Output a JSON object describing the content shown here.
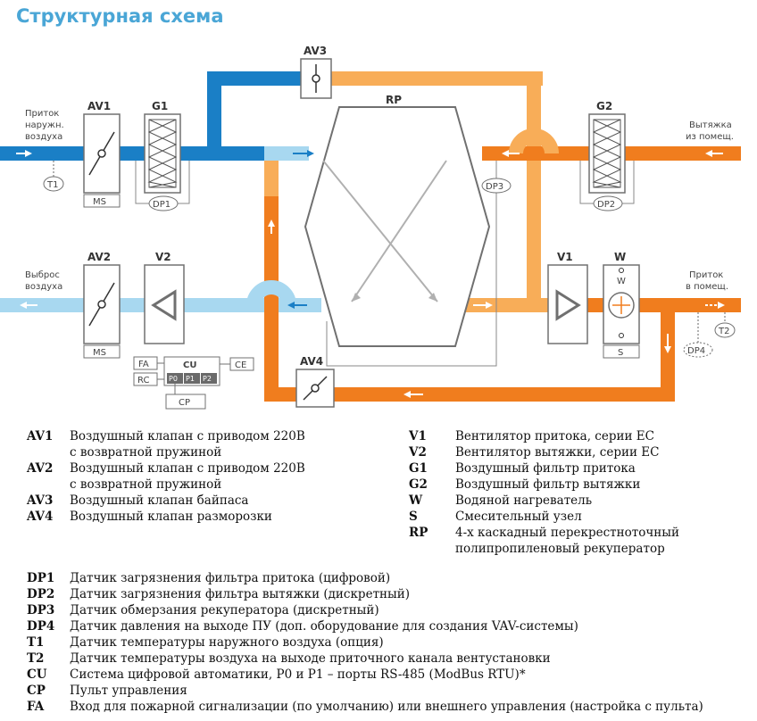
{
  "title": "Структурная схема",
  "diagram": {
    "labels": {
      "av1": "AV1",
      "g1": "G1",
      "av3": "AV3",
      "rp": "RP",
      "g2": "G2",
      "av2": "AV2",
      "v2": "V2",
      "v1": "V1",
      "w": "W",
      "av4": "AV4",
      "ms": "MS",
      "s": "S",
      "w_small": "W",
      "dp1": "DP1",
      "dp2": "DP2",
      "dp3": "DP3",
      "dp4": "DP4",
      "t1": "T1",
      "t2": "T2",
      "fa": "FA",
      "rc": "RC",
      "cu": "CU",
      "ce": "CE",
      "cp": "CP",
      "p0": "P0",
      "p1": "P1",
      "p2": "P2"
    },
    "flows": {
      "inlet_outdoor_1": "Приток",
      "inlet_outdoor_2": "наружн.",
      "inlet_outdoor_3": "воздуха",
      "exhaust_room_1": "Вытяжка",
      "exhaust_room_2": "из помещ.",
      "discharge_1": "Выброс",
      "discharge_2": "воздуха",
      "supply_room_1": "Приток",
      "supply_room_2": "в помещ."
    },
    "colors": {
      "supply_dark": "#1a7fc6",
      "supply_light": "#a8d8f0",
      "exhaust_orange": "#f07d1e",
      "exhaust_light": "#f8ad58",
      "box_gray": "#707070"
    }
  },
  "legend_left": [
    {
      "code": "AV1",
      "desc": "Воздушный клапан с приводом 220В",
      "desc2": "с возвратной пружиной"
    },
    {
      "code": "AV2",
      "desc": "Воздушный клапан с приводом 220В",
      "desc2": "с возвратной пружиной"
    },
    {
      "code": "AV3",
      "desc": "Воздушный клапан байпаса"
    },
    {
      "code": "AV4",
      "desc": "Воздушный клапан разморозки"
    }
  ],
  "legend_right": [
    {
      "code": "V1",
      "desc": "Вентилятор притока, серии EC"
    },
    {
      "code": "V2",
      "desc": "Вентилятор вытяжки, серии EC"
    },
    {
      "code": "G1",
      "desc": "Воздушный фильтр притока"
    },
    {
      "code": "G2",
      "desc": "Воздушный фильтр вытяжки"
    },
    {
      "code": "W",
      "desc": "Водяной нагреватель"
    },
    {
      "code": "S",
      "desc": "Смесительный узел"
    },
    {
      "code": "RP",
      "desc": "4-х каскадный перекрестноточный",
      "desc2": "полипропиленовый рекуператор"
    }
  ],
  "legend_bottom": [
    {
      "code": "DP1",
      "desc": "Датчик загрязнения фильтра притока (цифровой)"
    },
    {
      "code": "DP2",
      "desc": "Датчик загрязнения фильтра вытяжки (дискретный)"
    },
    {
      "code": "DP3",
      "desc": "Датчик обмерзания рекуператора (дискретный)"
    },
    {
      "code": "DP4",
      "desc": "Датчик давления на выходе ПУ (доп. оборудование для создания VAV-системы)"
    },
    {
      "code": "T1",
      "desc": "Датчик температуры наружного воздуха (опция)"
    },
    {
      "code": "T2",
      "desc": "Датчик температуры воздуха на выходе приточного канала вентустановки"
    },
    {
      "code": "CU",
      "desc": "Система цифровой автоматики, P0 и P1 – порты RS-485 (ModBus RTU)*"
    },
    {
      "code": "CP",
      "desc": "Пульт управления"
    },
    {
      "code": "FA",
      "desc": "Вход для пожарной сигнализации (по умолчанию) или внешнего управления (настройка с пульта)"
    }
  ]
}
